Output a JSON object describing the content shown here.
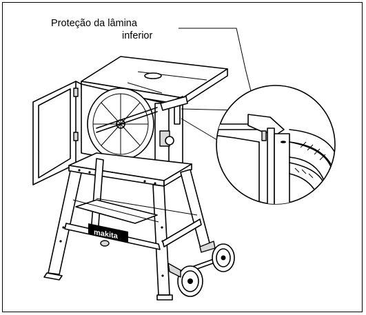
{
  "figure": {
    "callout_line1": "Proteção da lâmina",
    "callout_line2": "inferior",
    "logo_text": "makita"
  }
}
